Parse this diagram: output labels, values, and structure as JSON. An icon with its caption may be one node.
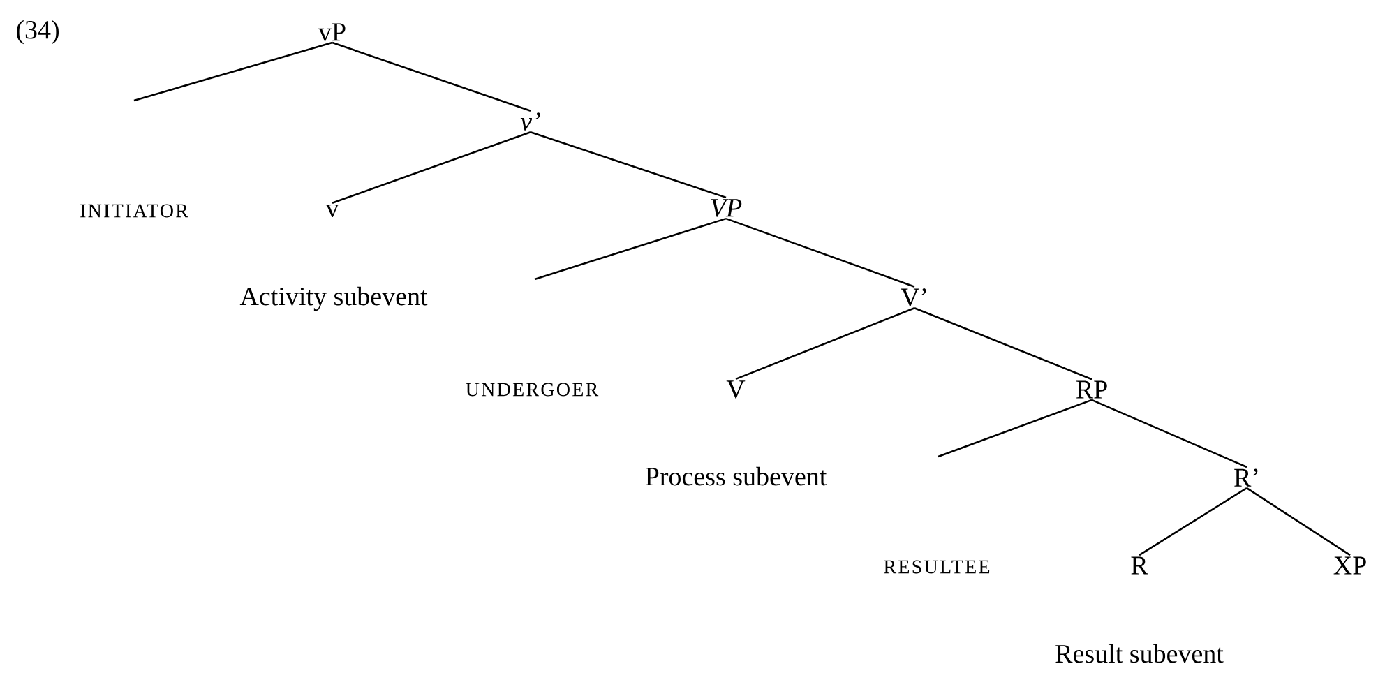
{
  "diagram": {
    "nodes": [
      {
        "text": [
          "vP"
        ]
      },
      {
        "text": [
          "v’"
        ]
      },
      {
        "text": [
          "v"
        ]
      },
      {
        "text": [
          "VP"
        ]
      },
      {
        "text": [
          "V’"
        ]
      },
      {
        "text": [
          "V"
        ]
      },
      {
        "text": [
          "RP"
        ]
      },
      {
        "text": [
          "R’"
        ]
      },
      {
        "text": [
          "R"
        ]
      },
      {
        "text": [
          "XP"
        ]
      }
    ],
    "edges": [
      {
        "from": 0,
        "to": null,
        "arrow": "none"
      },
      {
        "from": 0,
        "to": 1,
        "arrow": "none"
      },
      {
        "from": 1,
        "to": 2,
        "arrow": "none"
      },
      {
        "from": 1,
        "to": 3,
        "arrow": "none"
      },
      {
        "from": 3,
        "to": null,
        "arrow": "none"
      },
      {
        "from": 3,
        "to": 4,
        "arrow": "none"
      },
      {
        "from": 4,
        "to": 5,
        "arrow": "none"
      },
      {
        "from": 4,
        "to": 6,
        "arrow": "none"
      },
      {
        "from": 6,
        "to": null,
        "arrow": "none"
      },
      {
        "from": 6,
        "to": 7,
        "arrow": "none"
      },
      {
        "from": 7,
        "to": 8,
        "arrow": "none"
      },
      {
        "from": 7,
        "to": 9,
        "arrow": "none"
      }
    ],
    "labels": [
      "(34)",
      "INITIATOR",
      "Activity subevent",
      "UNDERGOER",
      "Process subevent",
      "RESULTEE",
      "Result subevent"
    ]
  }
}
